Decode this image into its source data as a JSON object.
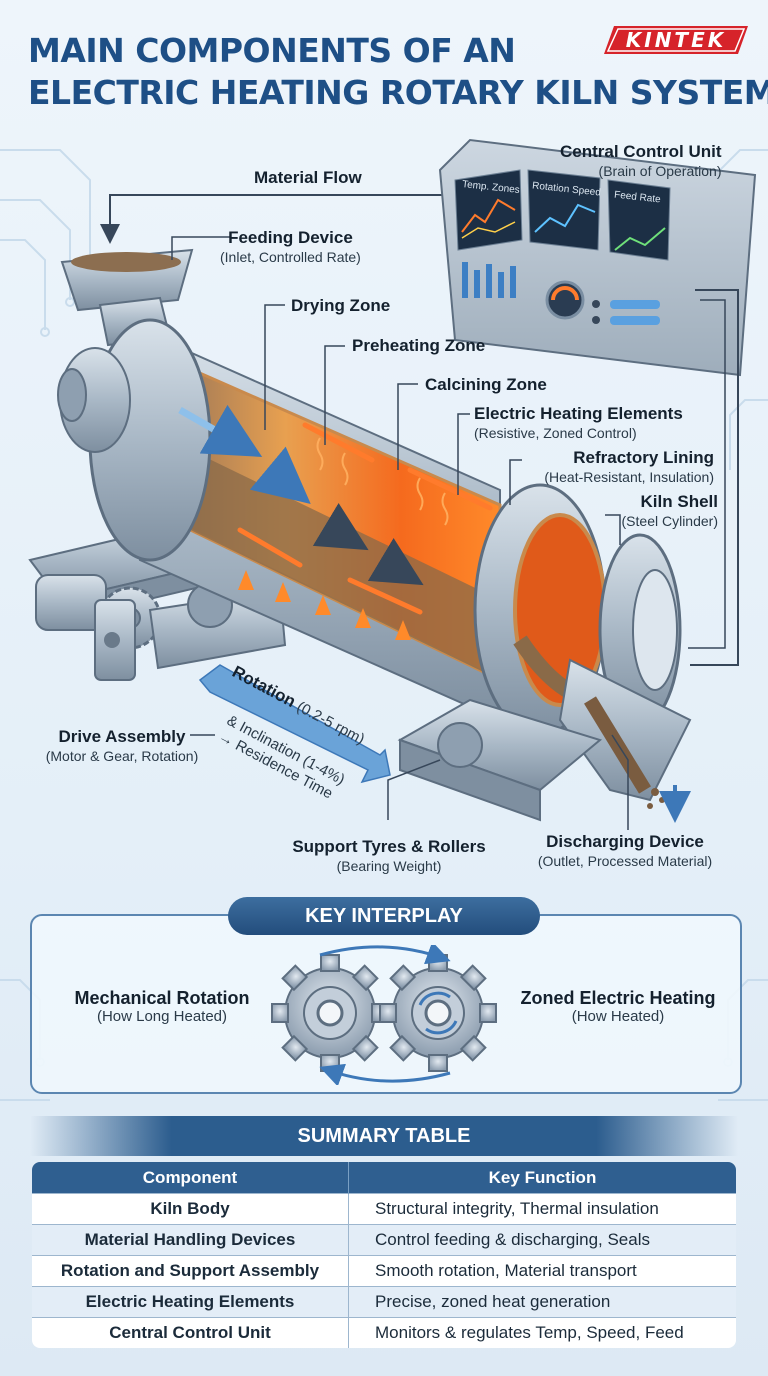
{
  "title": {
    "line1": "MAIN COMPONENTS OF AN",
    "line2": "ELECTRIC HEATING ROTARY KILN SYSTEM"
  },
  "brand": {
    "logo_text": "KINTEK",
    "color": "#d6232a"
  },
  "colors": {
    "primary": "#1e4f86",
    "heat": "#f26a1b",
    "steel": "#9fb0c0",
    "material": "#8a6a48"
  },
  "labels": {
    "central_control": {
      "title": "Central Control Unit",
      "sub": "(Brain of Operation)"
    },
    "material_flow": {
      "title": "Material Flow"
    },
    "feeding": {
      "title": "Feeding Device",
      "sub": "(Inlet, Controlled Rate)"
    },
    "drying": {
      "title": "Drying Zone"
    },
    "preheating": {
      "title": "Preheating Zone"
    },
    "calcining": {
      "title": "Calcining Zone"
    },
    "heating_elements": {
      "title": "Electric Heating Elements",
      "sub": "(Resistive, Zoned Control)"
    },
    "refractory": {
      "title": "Refractory Lining",
      "sub": "(Heat-Resistant, Insulation)"
    },
    "kiln_shell": {
      "title": "Kiln Shell",
      "sub": "(Steel Cylinder)"
    },
    "drive": {
      "title": "Drive Assembly",
      "sub": "(Motor & Gear, Rotation)"
    },
    "rotation": {
      "title": "Rotation",
      "value": "(0.2-5 rpm)",
      "line2": "& Inclination (1-4%)",
      "line3": "→ Residence Time"
    },
    "support": {
      "title": "Support Tyres & Rollers",
      "sub": "(Bearing Weight)"
    },
    "discharging": {
      "title": "Discharging Device",
      "sub": "(Outlet, Processed Material)"
    }
  },
  "control_panel": {
    "screens": [
      "Temp. Zones",
      "Rotation Speed",
      "Feed Rate"
    ]
  },
  "interplay": {
    "title": "KEY INTERPLAY",
    "left": {
      "title": "Mechanical Rotation",
      "sub": "(How Long Heated)"
    },
    "right": {
      "title": "Zoned Electric Heating",
      "sub": "(How Heated)"
    }
  },
  "summary": {
    "title": "SUMMARY TABLE",
    "headers": [
      "Component",
      "Key Function"
    ],
    "rows": [
      {
        "component": "Kiln Body",
        "function": "Structural integrity, Thermal insulation"
      },
      {
        "component": "Material Handling Devices",
        "function": "Control feeding & discharging, Seals"
      },
      {
        "component": "Rotation and Support Assembly",
        "function": "Smooth rotation, Material transport"
      },
      {
        "component": "Electric Heating Elements",
        "function": "Precise, zoned heat generation"
      },
      {
        "component": "Central Control Unit",
        "function": "Monitors & regulates Temp, Speed, Feed"
      }
    ]
  }
}
